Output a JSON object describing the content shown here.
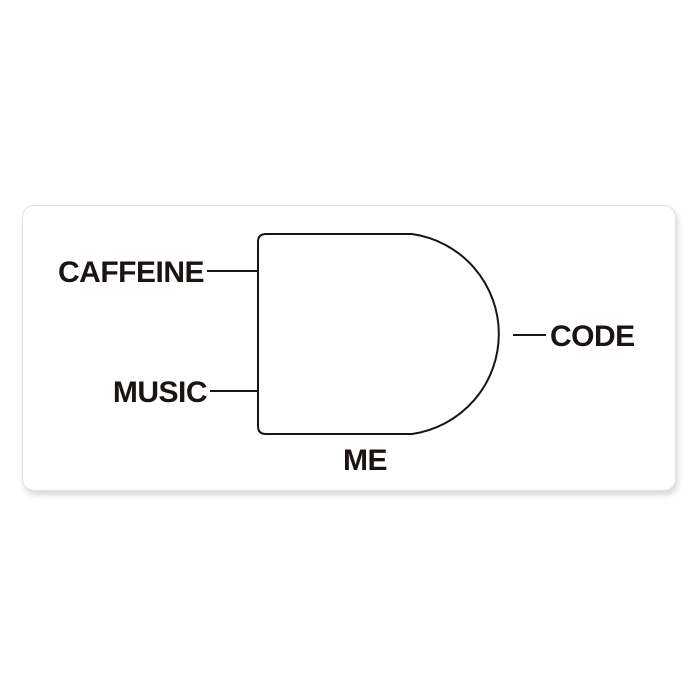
{
  "diagram": {
    "type": "and-gate",
    "inputs": [
      "CAFFEINE",
      "MUSIC"
    ],
    "gate_label": "ME",
    "output": "CODE",
    "colors": {
      "background": "#ffffff",
      "sticker": "#ffffff",
      "stroke": "#1a1412",
      "text": "#1a1412"
    }
  }
}
